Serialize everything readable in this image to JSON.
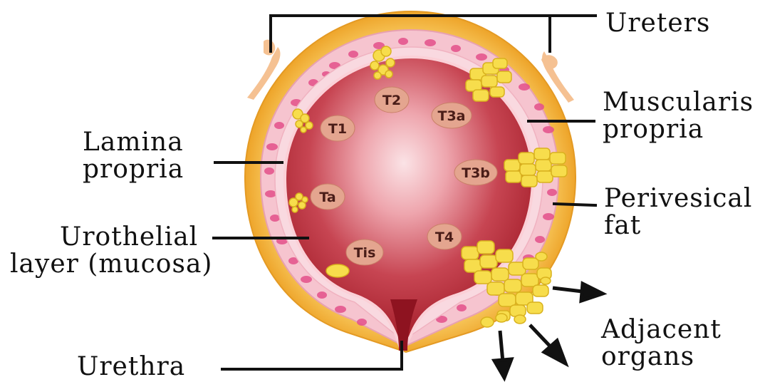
{
  "labels": {
    "ureters": "Ureters",
    "muscularis": [
      "Muscularis",
      "propria"
    ],
    "lamina": [
      "Lamina",
      "propria"
    ],
    "perivesical": [
      "Perivesical",
      "fat"
    ],
    "urothelial": [
      "Urothelial",
      "layer (mucosa)"
    ],
    "adjacent": [
      "Adjacent",
      "organs"
    ],
    "urethra": "Urethra"
  },
  "stages": [
    "T1",
    "T2",
    "T3a",
    "T3b",
    "Ta",
    "Tis",
    "T4"
  ],
  "colors": {
    "fat": "#f2b13c",
    "muscle": "#f6c4cf",
    "muscle_dots": "#e4508a",
    "lumen": "#a5202c",
    "tumor": "#f7dd4c",
    "stage_badge": "#e4a58f",
    "lines": "#111111"
  }
}
